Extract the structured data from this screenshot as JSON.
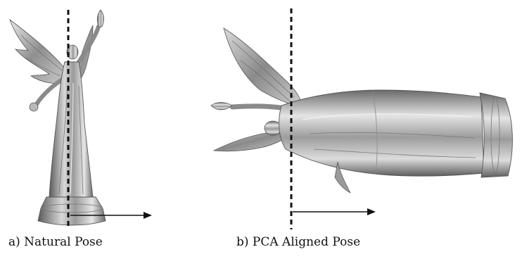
{
  "figure": {
    "panels": [
      {
        "id": "a",
        "caption": "a) Natural Pose"
      },
      {
        "id": "b",
        "caption": "b) PCA Aligned Pose"
      }
    ]
  }
}
